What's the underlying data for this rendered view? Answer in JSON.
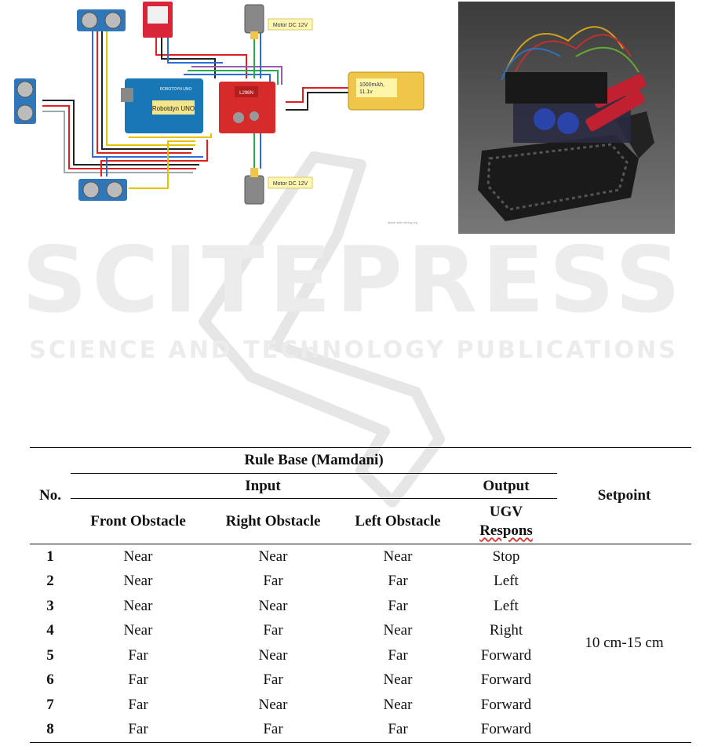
{
  "diagram": {
    "board_label": "Robotdyn UNO",
    "board_chip_label": "ROBOTDYN UNO",
    "driver_label": "L298N",
    "motor_top_label": "Motor DC 12V",
    "motor_bottom_label": "Motor DC 12V",
    "battery_line1": "1000mAh,",
    "battery_line2": "11.1v",
    "footer_credit": "Made with fritzing.org",
    "colors": {
      "arduino": "#1a77b5",
      "driver": "#d72b2b",
      "sensor": "#2f77b8",
      "battery": "#f0c64a",
      "wire_red": "#e02020",
      "wire_black": "#222222",
      "wire_blue": "#2d6bd6",
      "wire_yellow": "#e6c200",
      "wire_green": "#2aa84a"
    }
  },
  "photo": {
    "subject": "tracked UGV robot"
  },
  "watermark": {
    "title": "SCITEPRESS",
    "subtitle": "SCIENCE AND TECHNOLOGY PUBLICATIONS"
  },
  "table": {
    "header_no": "No.",
    "header_rule_base": "Rule Base (Mamdani)",
    "header_input": "Input",
    "header_output": "Output",
    "header_setpoint": "Setpoint",
    "header_front": "Front Obstacle",
    "header_right": "Right Obstacle",
    "header_left": "Left Obstacle",
    "header_response_line1": "UGV",
    "header_response_line2": "Respons",
    "setpoint_value": "10 cm-15 cm",
    "rows": [
      {
        "no": "1",
        "front": "Near",
        "right": "Near",
        "left": "Near",
        "response": "Stop"
      },
      {
        "no": "2",
        "front": "Near",
        "right": "Far",
        "left": "Far",
        "response": "Left"
      },
      {
        "no": "3",
        "front": "Near",
        "right": "Near",
        "left": "Far",
        "response": "Left"
      },
      {
        "no": "4",
        "front": "Near",
        "right": "Far",
        "left": "Near",
        "response": "Right"
      },
      {
        "no": "5",
        "front": "Far",
        "right": "Near",
        "left": "Far",
        "response": "Forward"
      },
      {
        "no": "6",
        "front": "Far",
        "right": "Far",
        "left": "Near",
        "response": "Forward"
      },
      {
        "no": "7",
        "front": "Far",
        "right": "Near",
        "left": "Near",
        "response": "Forward"
      },
      {
        "no": "8",
        "front": "Far",
        "right": "Far",
        "left": "Far",
        "response": "Forward"
      }
    ]
  }
}
